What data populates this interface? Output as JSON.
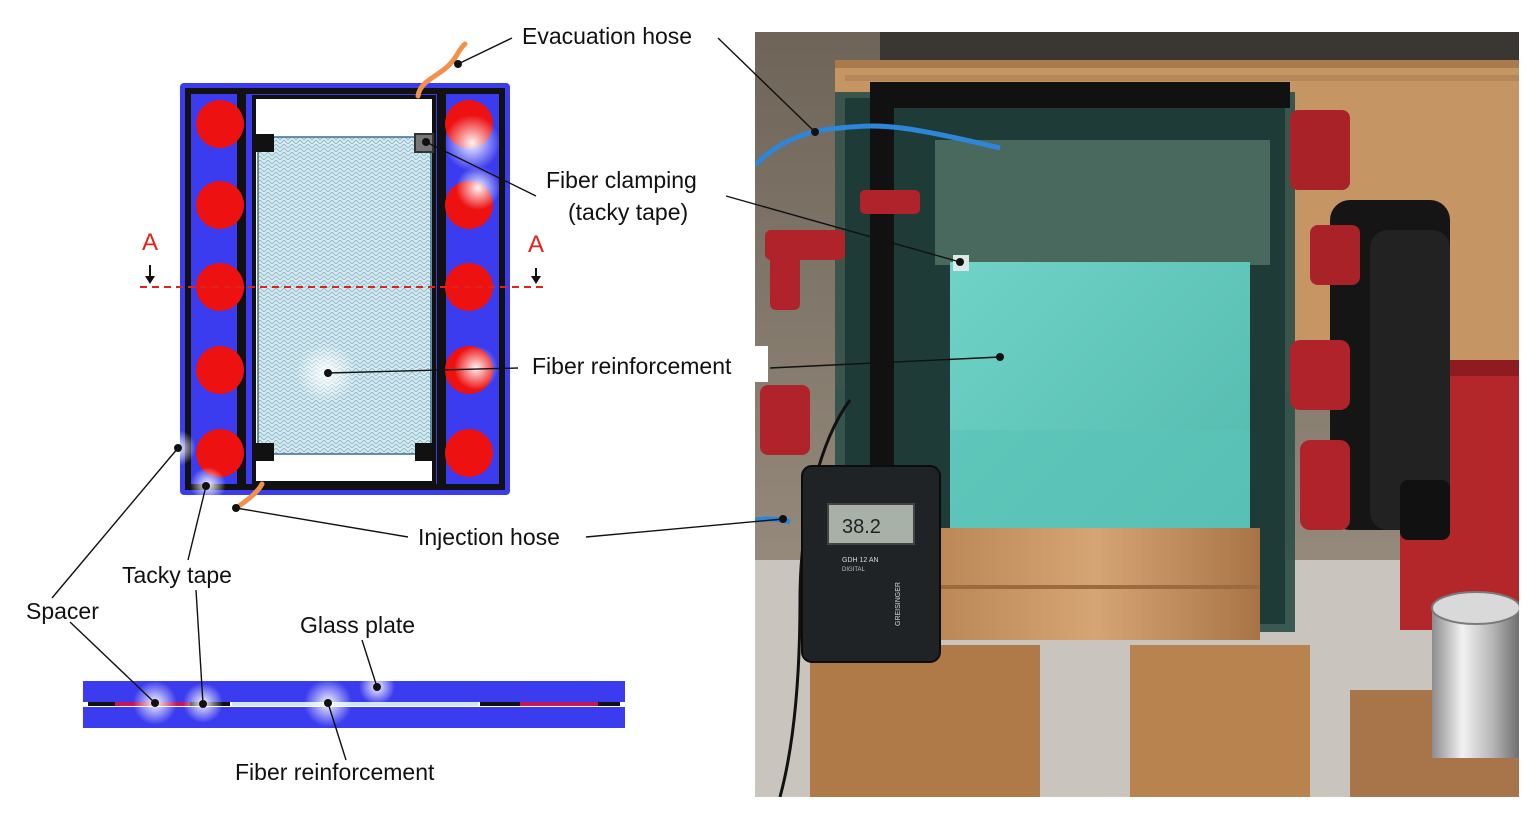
{
  "labels": {
    "evacuation_hose": "Evacuation hose",
    "fiber_clamping_line1": "Fiber clamping",
    "fiber_clamping_line2": "(tacky tape)",
    "fiber_reinforcement_main": "Fiber reinforcement",
    "injection_hose": "Injection hose",
    "tacky_tape": "Tacky tape",
    "spacer": "Spacer",
    "glass_plate": "Glass plate",
    "fiber_reinforcement_section": "Fiber reinforcement",
    "section_marker_left": "A",
    "section_marker_right": "A"
  },
  "device": {
    "display_value": "38.2",
    "model_line1": "GDH 12 AN",
    "model_line2": "DIGITAL",
    "brand": "GREISINGER"
  },
  "colors": {
    "frame_blue": "#3b3bef",
    "spacer_red": "#ee1111",
    "tape_black": "#111111",
    "hose_orange": "#f3914a",
    "section_line_red": "#e3211c",
    "fiber_fill": "#cfe6ee"
  }
}
